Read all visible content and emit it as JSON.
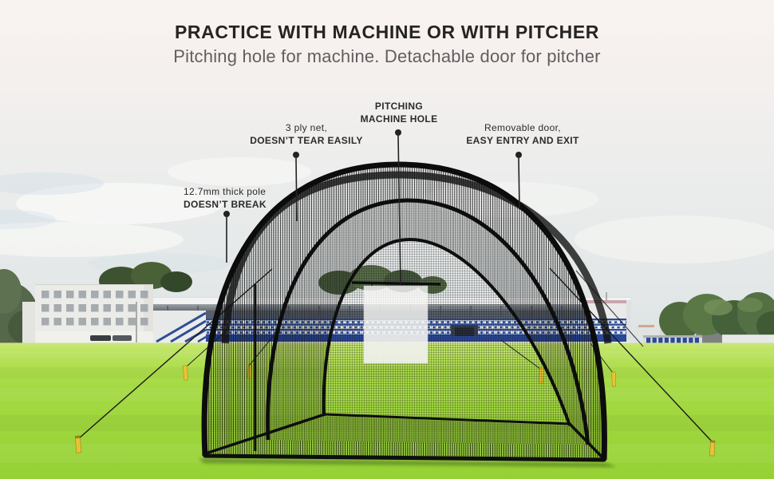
{
  "header": {
    "title": "PRACTICE WITH MACHINE OR WITH PITCHER",
    "subtitle": "Pitching hole for machine. Detachable door for pitcher"
  },
  "callouts": {
    "pitching_machine_hole": {
      "line1": "PITCHING",
      "line2": "MACHINE HOLE"
    },
    "net": {
      "line1": "3 ply net,",
      "line2": "DOESN’T TEAR EASILY"
    },
    "door": {
      "line1": "Removable door,",
      "line2": "EASY ENTRY AND EXIT"
    },
    "pole": {
      "line1": "12.7mm thick pole",
      "line2": "DOESN’T BREAK"
    }
  },
  "colors": {
    "title_text": "#262324",
    "subtitle_text": "#625e5f",
    "callout_text": "#2d2a2b",
    "background_top": "#f8f1ef",
    "sky": "#e9ecec",
    "grass": "#a3d73e",
    "net_black": "#0d0d0d",
    "stand_blue": "#2d4d97",
    "stake_yellow": "#e8c433"
  }
}
